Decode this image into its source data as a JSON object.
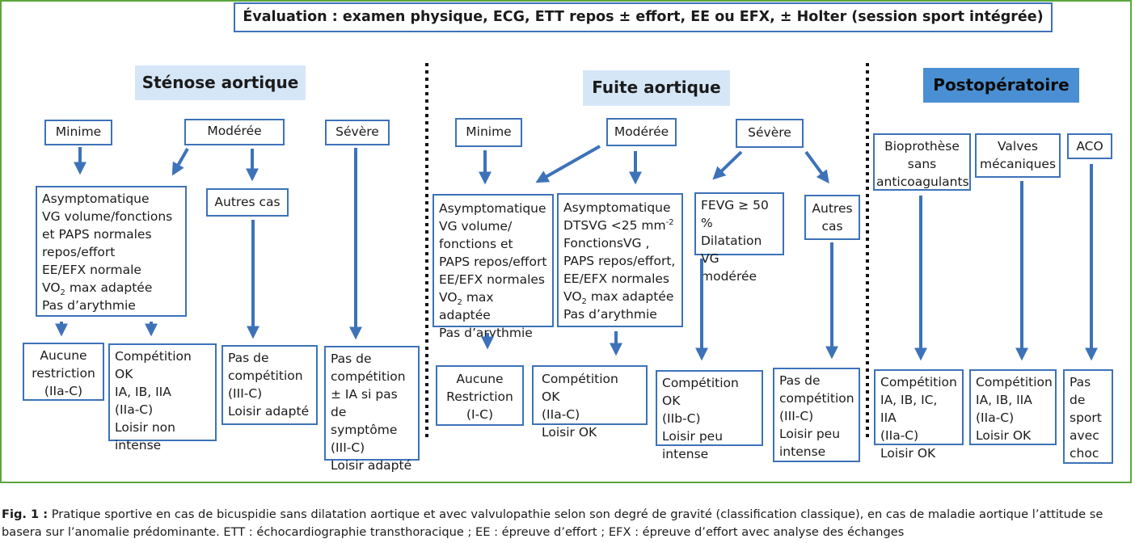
{
  "title": "Évaluation : examen physique, ECG, ETT repos ± effort, EE ou EFX, ± Holter (session sport intégrée)",
  "sections": {
    "stenose": "Sténose aortique",
    "fuite": "Fuite aortique",
    "postop": "Postopératoire"
  },
  "stenose": {
    "minime": "Minime",
    "moderee": "Modérée",
    "severe": "Sévère",
    "asympto": {
      "l1": "Asymptomatique",
      "l2": "VG volume/fonctions",
      "l3": "et PAPS normales",
      "l4": "repos/effort",
      "l5": "EE/EFX normale",
      "l6a": "VO",
      "l6sub": "2",
      "l6b": " max adaptée",
      "l7": "Pas d’arythmie"
    },
    "autres_cas": "Autres cas",
    "aucune": "Aucune\nrestriction\n(IIa-C)",
    "competition": "Compétition OK\nIA, IB, IIA\n(IIa-C)\nLoisir non\nintense",
    "pas_comp1": "Pas de\ncompétition\n(III-C)\nLoisir adapté",
    "pas_comp2": "Pas de\ncompétition\n± IA si pas de\nsymptôme\n(III-C)\nLoisir adapté"
  },
  "fuite": {
    "minime": "Minime",
    "moderee": "Modérée",
    "severe": "Sévère",
    "asympto1": {
      "l1": "Asymptomatique",
      "l2": "VG volume/",
      "l3": "fonctions et",
      "l4": "PAPS repos/effort",
      "l5": "EE/EFX normales",
      "l6a": "VO",
      "l6sub": "2",
      "l6b": " max adaptée",
      "l7": "Pas d’arythmie"
    },
    "asympto2": {
      "l1": "Asymptomatique",
      "l2a": "DTSVG <25 mm",
      "l2sup": "-2",
      "l3": "FonctionsVG ,",
      "l4": "PAPS repos/effort,",
      "l5": "EE/EFX normales",
      "l6a": "VO",
      "l6sub": "2",
      "l6b": " max adaptée",
      "l7": "Pas d’arythmie"
    },
    "fevg": "FEVG ≥ 50 %\nDilatation VG\nmodérée",
    "autres_cas": "Autres\ncas",
    "aucune": "Aucune\nRestriction\n(I-C)",
    "competition_ok": "Compétition OK\n(IIa-C)\nLoisir OK",
    "competition_iib": "Compétition OK\n(IIb-C)\nLoisir peu\nintense",
    "pas_comp": "Pas de\ncompétition\n(III-C)\nLoisir peu\nintense"
  },
  "postop": {
    "bioprothese": "Bioprothèse\nsans\nanticoagulants",
    "valves": "Valves\nmécaniques",
    "aco": "ACO",
    "comp1": "Compétition\nIA, IB, IC, IIA\n(IIa-C)\nLoisir OK",
    "comp2": "Compétition\nIA, IB, IIA\n(IIa-C)\nLoisir OK",
    "pas_sport": "Pas\nde\nsport\navec\nchoc"
  },
  "caption": {
    "label": "Fig. 1 :",
    "text": " Pratique sportive en cas de bicuspidie sans dilatation aortique et avec valvulopathie selon son degré de gravité (classification classique), en cas de maladie aortique l’attitude se basera sur l’anomalie prédominante. ETT : échocardiographie transthoracique ; EE : épreuve d’effort ; EFX : épreuve d’effort avec analyse des échanges"
  },
  "colors": {
    "frame": "#5aa63c",
    "box_border": "#3d72b8",
    "arrow": "#3d72b8",
    "light_header": "#d5e6f7",
    "dark_header": "#4a8fd3"
  }
}
